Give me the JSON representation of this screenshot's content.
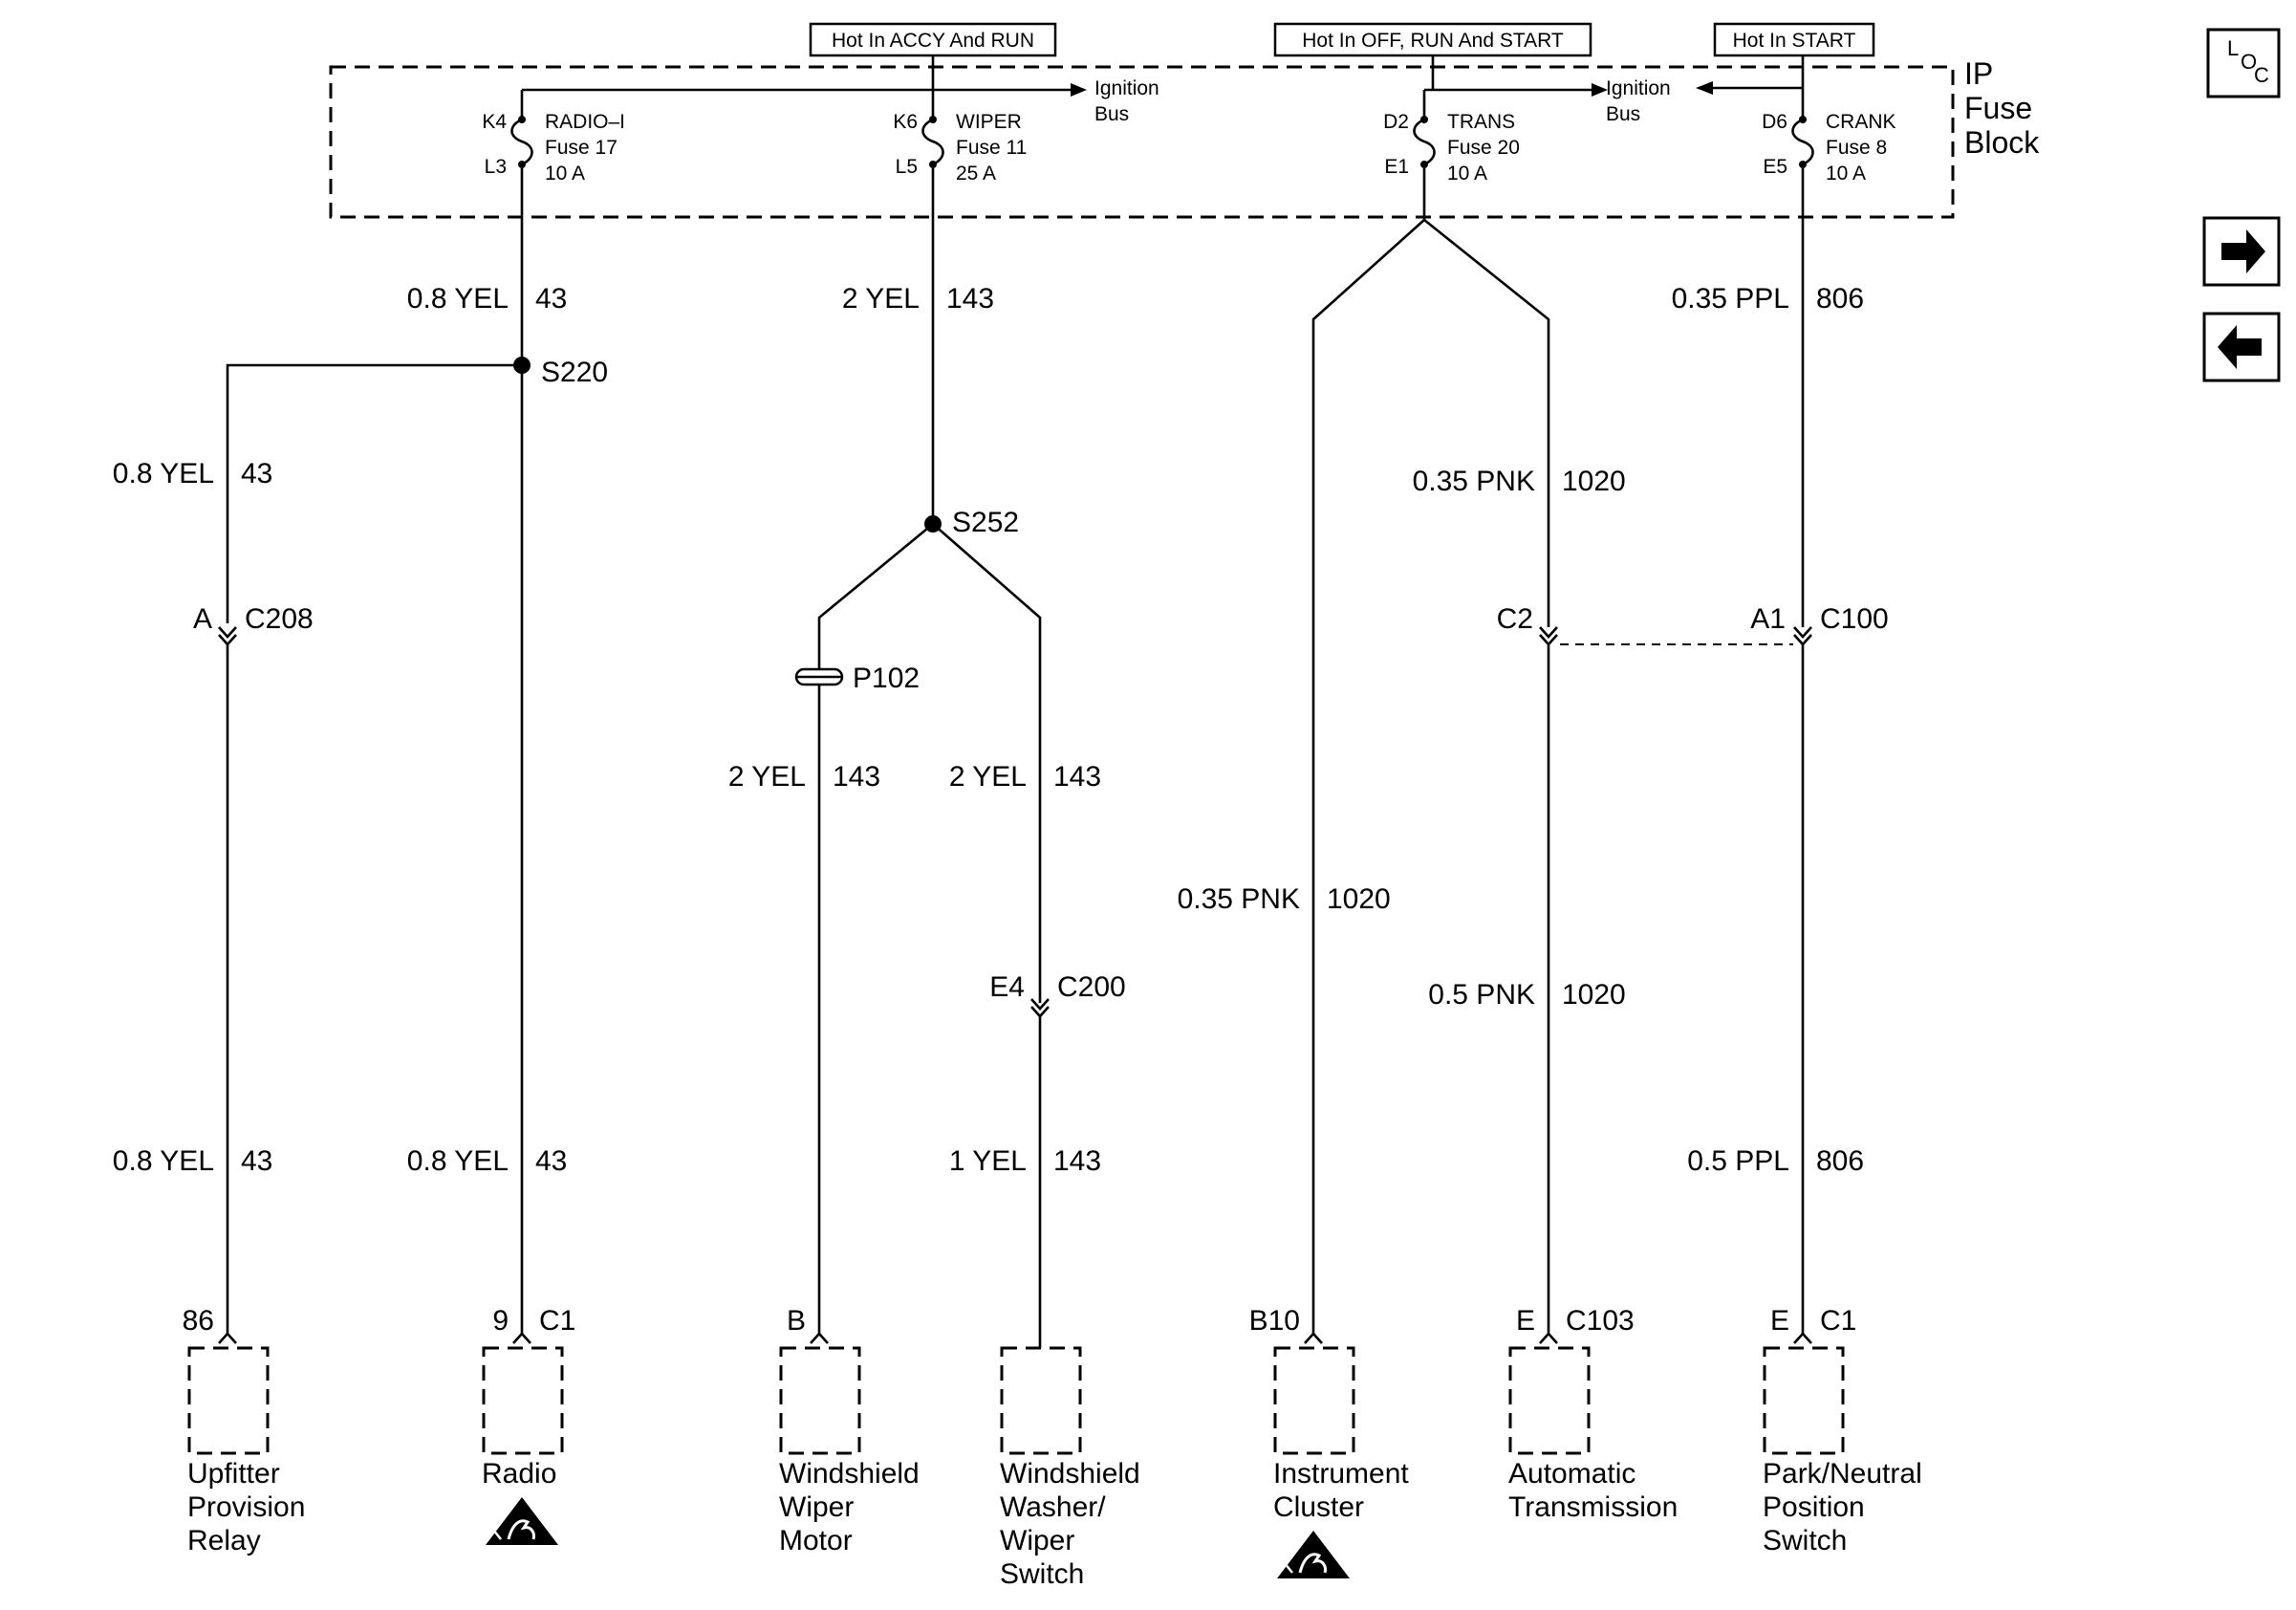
{
  "hot_labels": {
    "accy_run": "Hot In ACCY And RUN",
    "off_run_start": "Hot In OFF, RUN And START",
    "start": "Hot In START"
  },
  "fuse_block": {
    "line1": "IP",
    "line2": "Fuse",
    "line3": "Block"
  },
  "ignition_bus": {
    "line1": "Ignition",
    "line2": "Bus"
  },
  "fuses": [
    {
      "in_pin": "K4",
      "out_pin": "L3",
      "name": "RADIO–I",
      "fuse": "Fuse 17",
      "amps": "10 A"
    },
    {
      "in_pin": "K6",
      "out_pin": "L5",
      "name": "WIPER",
      "fuse": "Fuse 11",
      "amps": "25 A"
    },
    {
      "in_pin": "D2",
      "out_pin": "E1",
      "name": "TRANS",
      "fuse": "Fuse 20",
      "amps": "10 A"
    },
    {
      "in_pin": "D6",
      "out_pin": "E5",
      "name": "CRANK",
      "fuse": "Fuse 8",
      "amps": "10 A"
    }
  ],
  "wires": {
    "radio_main": {
      "gauge": "0.8 YEL",
      "circuit": "43"
    },
    "upfitter_upper": {
      "gauge": "0.8 YEL",
      "circuit": "43"
    },
    "upfitter_lower": {
      "gauge": "0.8 YEL",
      "circuit": "43"
    },
    "radio_lower": {
      "gauge": "0.8 YEL",
      "circuit": "43"
    },
    "wiper_main": {
      "gauge": "2 YEL",
      "circuit": "143"
    },
    "wiper_motor": {
      "gauge": "2 YEL",
      "circuit": "143"
    },
    "washer_upper": {
      "gauge": "2 YEL",
      "circuit": "143"
    },
    "washer_lower": {
      "gauge": "1 YEL",
      "circuit": "143"
    },
    "cluster": {
      "gauge": "0.35 PNK",
      "circuit": "1020"
    },
    "trans_upper": {
      "gauge": "0.35 PNK",
      "circuit": "1020"
    },
    "trans_lower": {
      "gauge": "0.5 PNK",
      "circuit": "1020"
    },
    "crank_upper": {
      "gauge": "0.35 PPL",
      "circuit": "806"
    },
    "crank_lower": {
      "gauge": "0.5 PPL",
      "circuit": "806"
    }
  },
  "splices": {
    "s220": "S220",
    "s252": "S252"
  },
  "ground_point": {
    "p102": "P102"
  },
  "inline_connectors": {
    "c208": {
      "pin": "A",
      "name": "C208"
    },
    "c200": {
      "pin": "E4",
      "name": "C200"
    },
    "c100_c2": {
      "pin": "C2"
    },
    "c100": {
      "pin": "A1",
      "name": "C100"
    }
  },
  "components": [
    {
      "pin": "86",
      "connector": "",
      "lines": [
        "Upfitter",
        "Provision",
        "Relay"
      ],
      "esd": false
    },
    {
      "pin": "9",
      "connector": "C1",
      "lines": [
        "Radio"
      ],
      "esd": true
    },
    {
      "pin": "B",
      "connector": "",
      "lines": [
        "Windshield",
        "Wiper",
        "Motor"
      ],
      "esd": false
    },
    {
      "pin": "",
      "connector": "",
      "lines": [
        "Windshield",
        "Washer/",
        "Wiper",
        "Switch"
      ],
      "esd": false
    },
    {
      "pin": "B10",
      "connector": "",
      "lines": [
        "Instrument",
        "Cluster"
      ],
      "esd": true
    },
    {
      "pin": "E",
      "connector": "C103",
      "lines": [
        "Automatic",
        "Transmission"
      ],
      "esd": false
    },
    {
      "pin": "E",
      "connector": "C1",
      "lines": [
        "Park/Neutral",
        "Position",
        "Switch"
      ],
      "esd": false
    }
  ],
  "nav": {
    "loc_icon": "loc-icon",
    "next_icon": "arrow-right-icon",
    "prev_icon": "arrow-left-icon",
    "loc_l": "L",
    "loc_o": "O",
    "loc_c": "C"
  }
}
